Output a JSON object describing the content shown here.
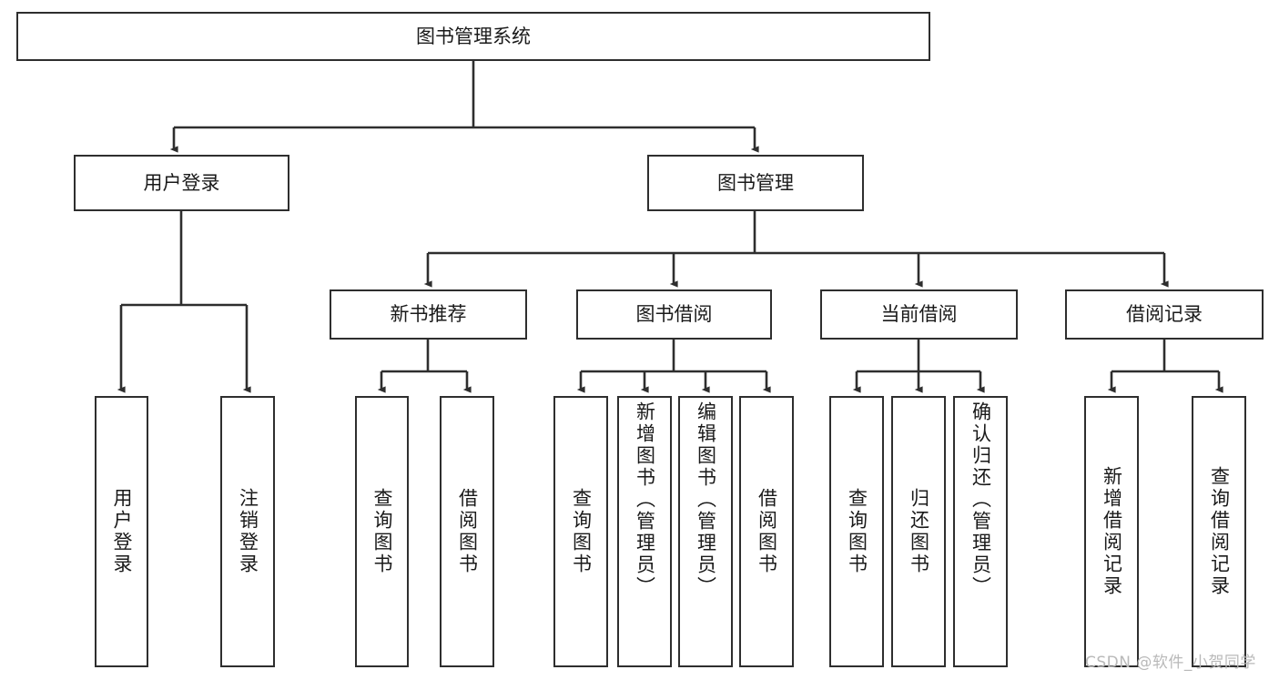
{
  "diagram": {
    "title": "图书管理系统",
    "type": "tree-hierarchy-diagram",
    "colors": {
      "box_border": "#2e2e2e",
      "box_fill": "#ffffff",
      "edge": "#2e2e2e",
      "text": "#1a1a1a",
      "watermark": "#b9b9b9",
      "background": "#ffffff"
    },
    "root": {
      "label": "图书管理系统"
    },
    "level2": [
      {
        "label": "用户登录"
      },
      {
        "label": "图书管理"
      }
    ],
    "level3": [
      {
        "label": "新书推荐"
      },
      {
        "label": "图书借阅"
      },
      {
        "label": "当前借阅"
      },
      {
        "label": "借阅记录"
      }
    ],
    "leaves": {
      "user_login": [
        {
          "label": "用户登录"
        },
        {
          "label": "注销登录"
        }
      ],
      "new_book_recommend": [
        {
          "label": "查询图书"
        },
        {
          "label": "借阅图书"
        }
      ],
      "book_borrow": [
        {
          "label": "查询图书"
        },
        {
          "label": "新增图书（管理员）"
        },
        {
          "label": "编辑图书（管理员）"
        },
        {
          "label": "借阅图书"
        }
      ],
      "current_borrow": [
        {
          "label": "查询图书"
        },
        {
          "label": "归还图书"
        },
        {
          "label": "确认归还（管理员）"
        }
      ],
      "borrow_record": [
        {
          "label": "新增借阅记录"
        },
        {
          "label": "查询借阅记录"
        }
      ]
    }
  },
  "watermark": {
    "text": "CSDN @软件_小贺同学"
  }
}
